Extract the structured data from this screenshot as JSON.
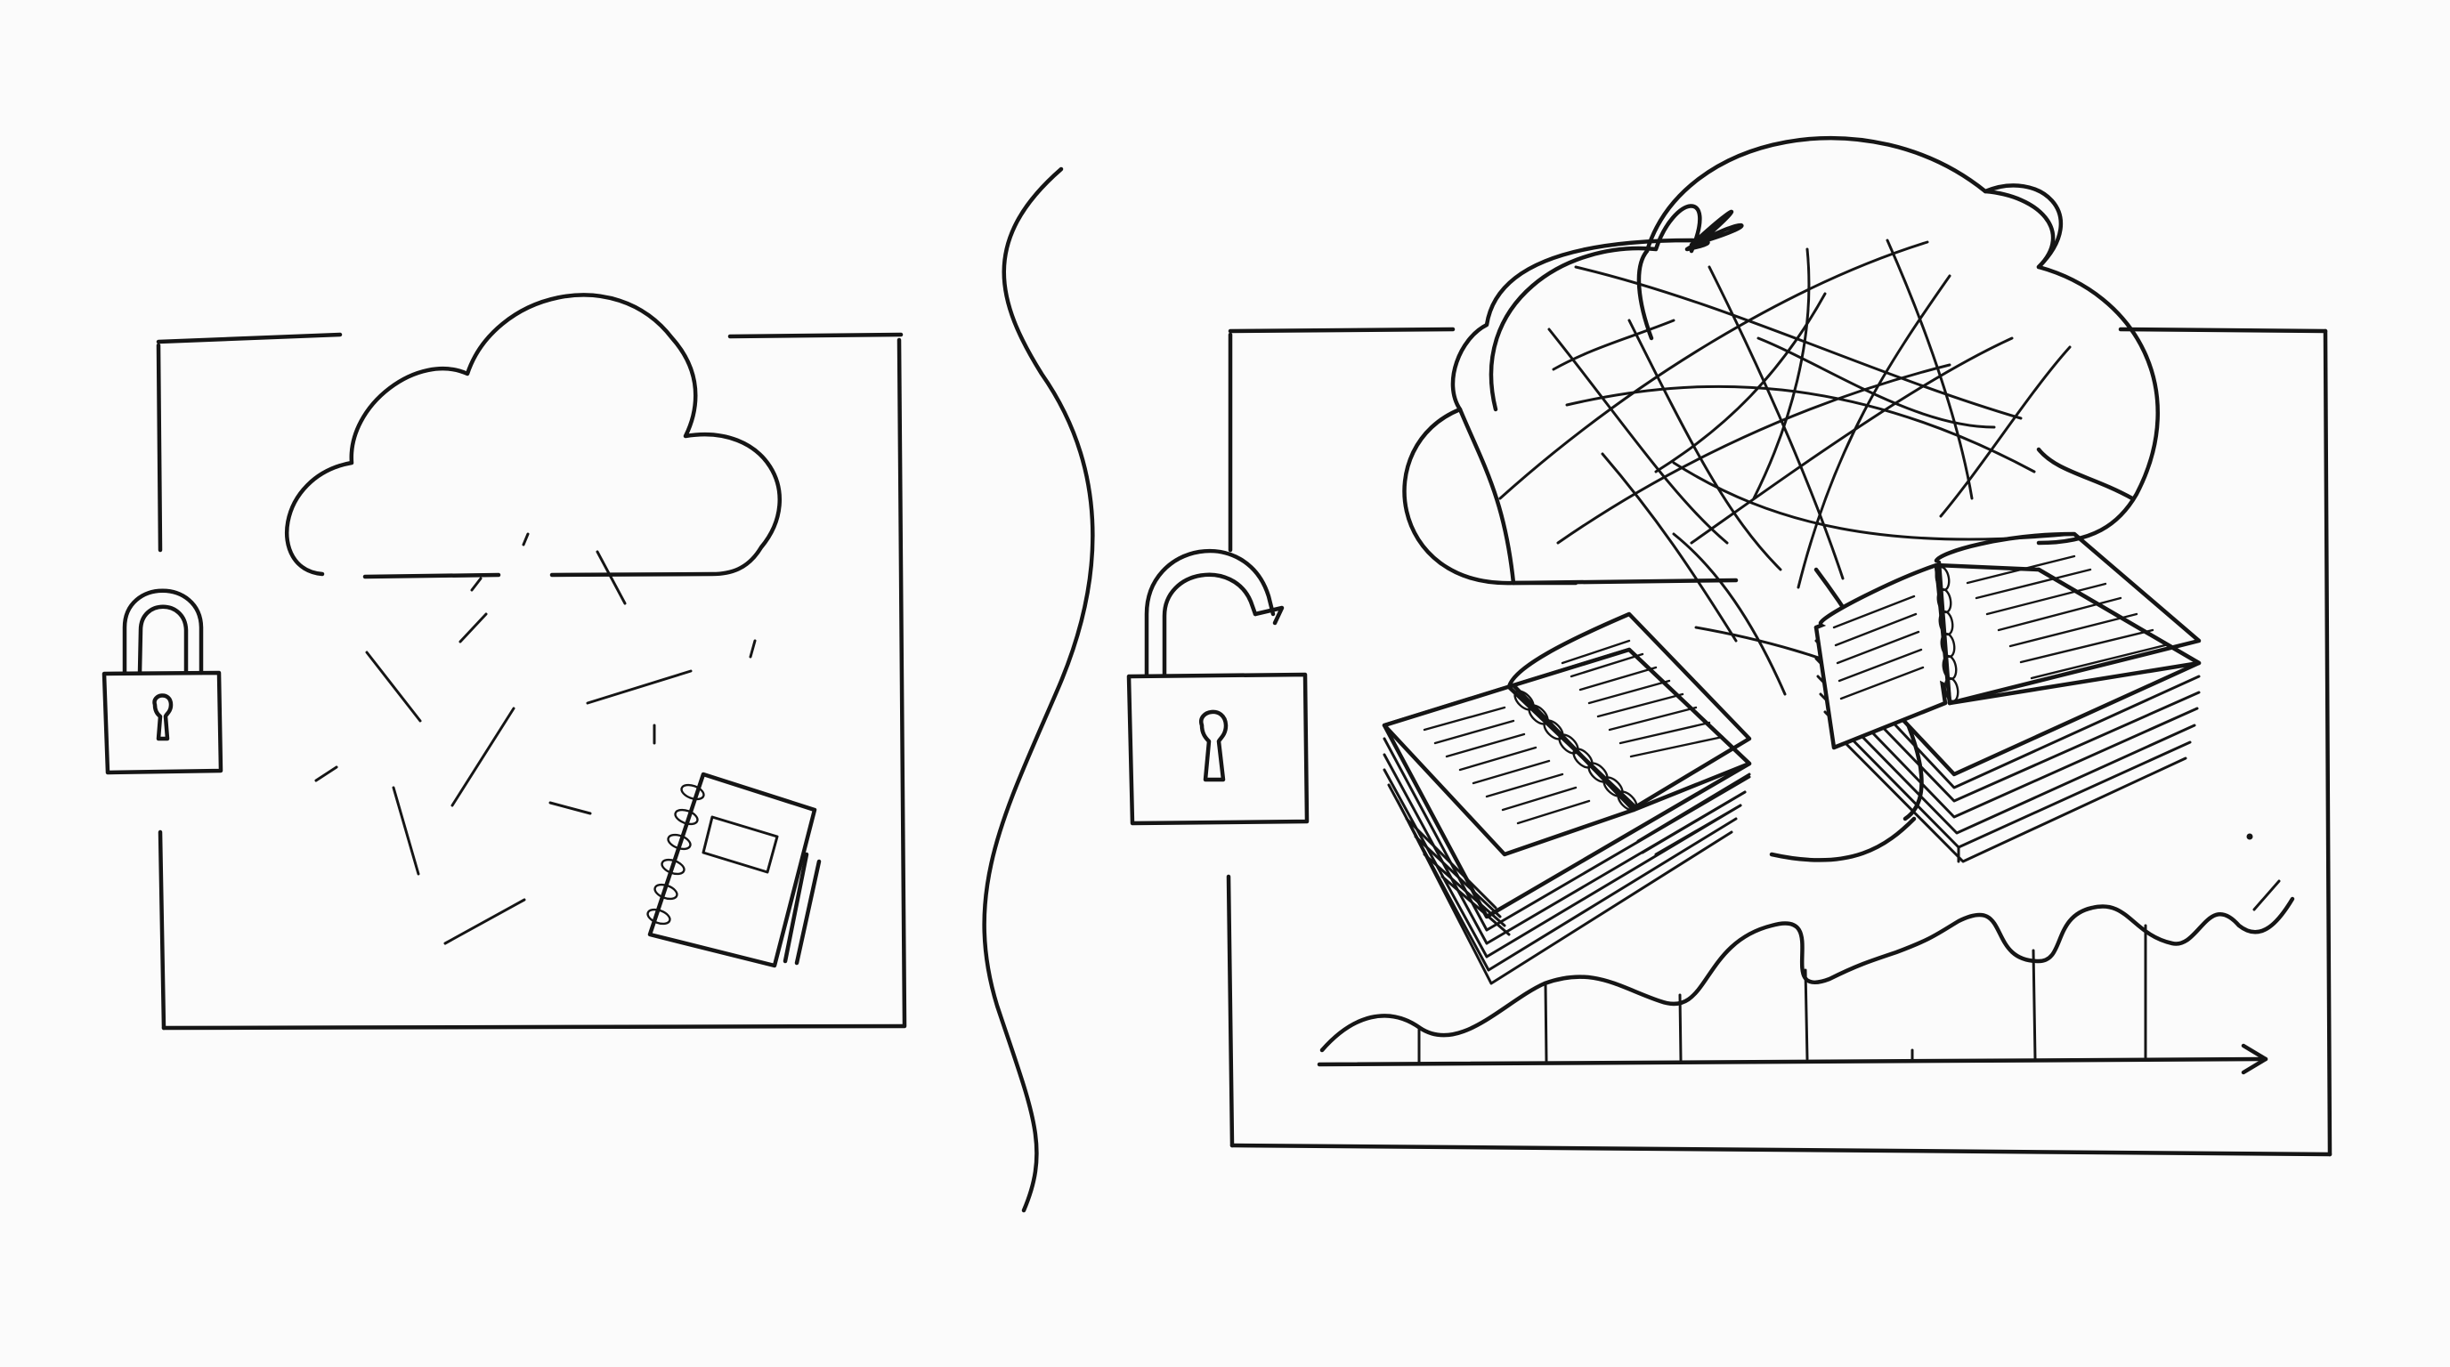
{
  "scene": {
    "panels": [
      {
        "id": "restricted",
        "lock_state": "locked",
        "content": [
          "small-cloud-icon",
          "scattered-strokes",
          "single-notebook-icon"
        ]
      },
      {
        "id": "open",
        "lock_state": "unlocked",
        "content": [
          "large-tangled-cloud-icon",
          "open-book-stacks-icon",
          "rising-trend-chart"
        ]
      }
    ],
    "divider": "wavy-line",
    "colors": {
      "ink": "#151515",
      "background": "#fbfbfb"
    }
  }
}
